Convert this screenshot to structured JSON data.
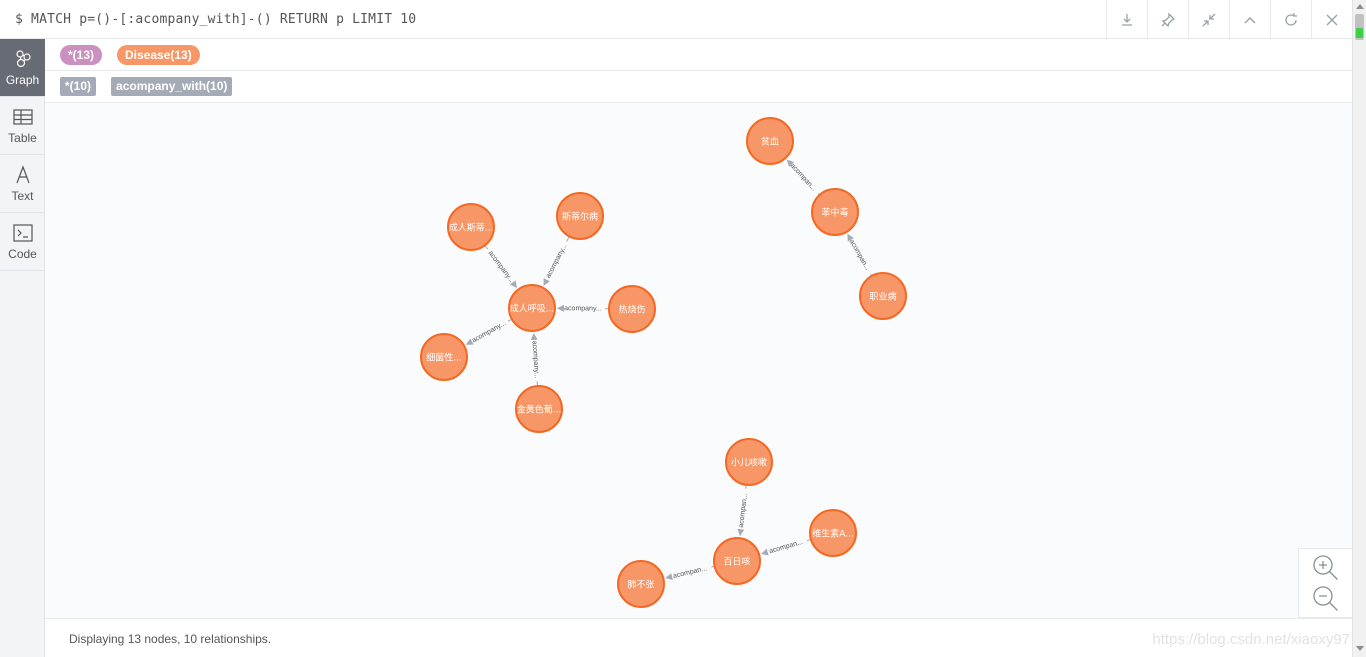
{
  "query": {
    "text": "$ MATCH p=()-[:acompany_with]-() RETURN p LIMIT 10"
  },
  "frame_actions": [
    {
      "name": "download-icon"
    },
    {
      "name": "pin-icon"
    },
    {
      "name": "collapse-icon"
    },
    {
      "name": "chevron-up-icon"
    },
    {
      "name": "rerun-icon"
    },
    {
      "name": "close-icon"
    }
  ],
  "sidebar": {
    "items": [
      {
        "label": "Graph",
        "icon": "graph-icon",
        "active": true
      },
      {
        "label": "Table",
        "icon": "table-icon",
        "active": false
      },
      {
        "label": "Text",
        "icon": "text-icon",
        "active": false
      },
      {
        "label": "Code",
        "icon": "code-icon",
        "active": false
      }
    ]
  },
  "legend": {
    "labels": [
      {
        "text": "*(13)",
        "color": "#c990c0"
      },
      {
        "text": "Disease(13)",
        "color": "#f79767"
      }
    ],
    "relationships": [
      {
        "text": "*(10)"
      },
      {
        "text": "acompany_with(10)"
      }
    ]
  },
  "graph": {
    "node_color": "#f79767",
    "node_border_color": "#f36924",
    "nodes": [
      {
        "id": "n1",
        "label": "贫血"
      },
      {
        "id": "n2",
        "label": "苯中毒"
      },
      {
        "id": "n3",
        "label": "职业病"
      },
      {
        "id": "n4",
        "label": "成人斯蒂..."
      },
      {
        "id": "n5",
        "label": "斯蒂尔病"
      },
      {
        "id": "n6",
        "label": "成人呼吸..."
      },
      {
        "id": "n7",
        "label": "热烧伤"
      },
      {
        "id": "n8",
        "label": "细菌性..."
      },
      {
        "id": "n9",
        "label": "金黄色葡..."
      },
      {
        "id": "n10",
        "label": "小儿咳嗽"
      },
      {
        "id": "n11",
        "label": "百日咳"
      },
      {
        "id": "n12",
        "label": "维生素A..."
      },
      {
        "id": "n13",
        "label": "肺不张"
      }
    ],
    "relationships": [
      {
        "from": "n2",
        "to": "n1",
        "label": "acompan..."
      },
      {
        "from": "n3",
        "to": "n2",
        "label": "acompan..."
      },
      {
        "from": "n4",
        "to": "n6",
        "label": "acompany..."
      },
      {
        "from": "n5",
        "to": "n6",
        "label": "acompany..."
      },
      {
        "from": "n7",
        "to": "n6",
        "label": "acompany..."
      },
      {
        "from": "n6",
        "to": "n8",
        "label": "acompany..."
      },
      {
        "from": "n9",
        "to": "n6",
        "label": "acompany..."
      },
      {
        "from": "n10",
        "to": "n11",
        "label": "acompan..."
      },
      {
        "from": "n12",
        "to": "n11",
        "label": "acompan..."
      },
      {
        "from": "n11",
        "to": "n13",
        "label": "acompan..."
      }
    ]
  },
  "zoom": {
    "in_icon": "zoom-in-icon",
    "out_icon": "zoom-out-icon"
  },
  "status": {
    "text": "Displaying 13 nodes, 10 relationships.",
    "watermark": "https://blog.csdn.net/xiaoxy97"
  }
}
